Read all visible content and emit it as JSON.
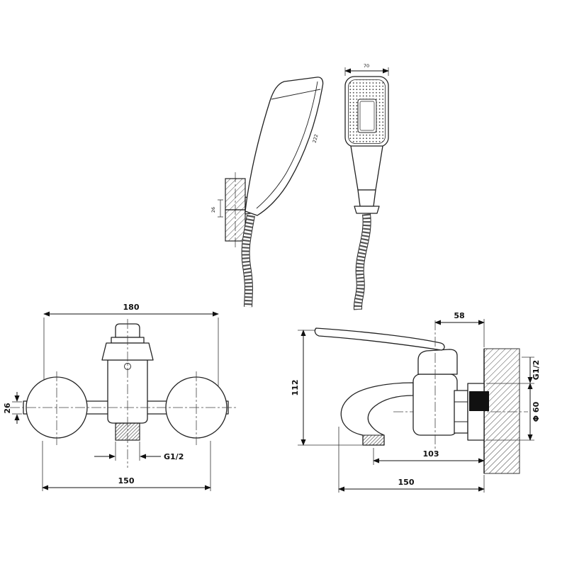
{
  "drawing": {
    "shower": {
      "head_width": "70",
      "handset_length": "222",
      "bracket_size": "26"
    },
    "front_view": {
      "width": "180",
      "tube_diameter": "26",
      "outlet_thread": "G1/2",
      "mounting_distance": "150"
    },
    "side_view": {
      "wall_offset": "58",
      "height": "112",
      "spout_reach": "103",
      "depth": "150",
      "inlet_thread": "G1/2",
      "escutcheon_diameter": "Φ 60"
    },
    "line_color": "#222222",
    "background": "#ffffff"
  }
}
